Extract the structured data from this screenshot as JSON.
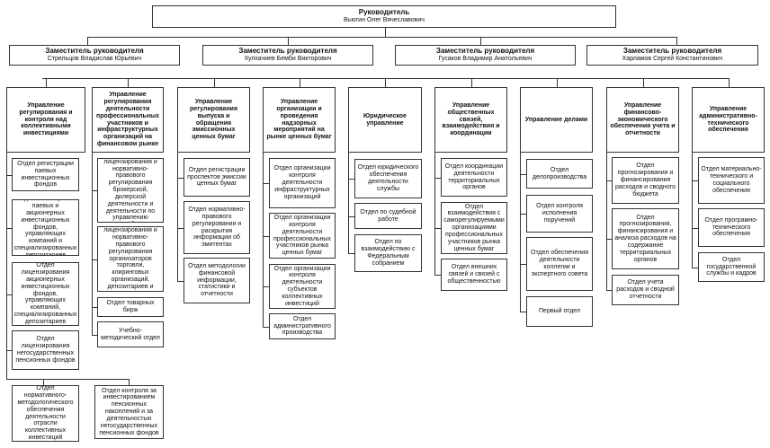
{
  "head": {
    "title": "Руководитель",
    "name": "Вьюгин Олег Вячеславович"
  },
  "deputies": [
    {
      "title": "Заместитель руководителя",
      "name": "Стрельцов Владислав Юрьевич"
    },
    {
      "title": "Заместитель руководителя",
      "name": "Хулхачиев Бемби Викторович"
    },
    {
      "title": "Заместитель руководителя",
      "name": "Гусаков Владимир Анатольевич"
    },
    {
      "title": "Заместитель руководителя",
      "name": "Харламов Сергей Константинович"
    }
  ],
  "departments": [
    {
      "title": "Управление регулирования и контроля над коллективными инвестициями",
      "units": [
        "Отдел регистрации паевых инвестиционных фондов",
        "Отдел мониторинга паевых и акционерных инвестиционных фондов, управляющих компаний и специализированных депозитариев",
        "Отдел лицензирования акционерных инвестиционных фондов, управляющих компаний, специализированных депозитариев",
        "Отдел лицензирования негосударственных пенсионных фондов"
      ],
      "bottom_units": [
        "Отдел нормативного-методологического обеспечения деятельности отрасли коллективных инвестиций",
        "Отдел контроля за инвестированием пенсионных накоплений и за деятельностью негосударственных пенсионных фондов"
      ]
    },
    {
      "title": "Управление регулирования деятельности профессиональных участников и инфраструктурных организаций на финансовом рынке",
      "units": [
        "Отдел лицензирования и норвативно-правового регулирования брокерской, дилерской деятельности и деятельности по управлению ценными бумагами",
        "Отдел лицензирования и норвативно-правового регулирования организаторов торговли, клиринговых организаций, депозитариев и регистраторов",
        "Отдел товарных бирж",
        "Учебно-методический отдел"
      ]
    },
    {
      "title": "Управление регулирования выпуска и обращения эмиссионных ценных бумаг",
      "units": [
        "Отдел регистрации проспектов эмиссии ценных бумаг",
        "Отдел нормативно-правового регулирования и раскрытия информации об эмитентах",
        "Отдел методологии финансовой информации, статистики и отчетности"
      ]
    },
    {
      "title": "Управление организации и проведения надзорных мероприятий на рынке ценных бумаг",
      "units": [
        "Отдел организации контроля деятельности инфраструктурных организаций",
        "Отдел организации контроля деятельности профессиональных участников рынка ценных бумаг",
        "Отдел организации контроля деятельности субъектов коллективных инвестиций",
        "Отдел административного производства"
      ]
    },
    {
      "title": "Юридическое управление",
      "units": [
        "Отдел юридического обеспечения деятельности службы",
        "Отдел по судебной работе",
        "Отдел по взаимодействию с Федеральным собранием"
      ]
    },
    {
      "title": "Управление общественных связей, взаимодействия и координации",
      "units": [
        "Отдел координации деятельности территориальных органов",
        "Отдел взаимодействия с саморегулируемыми организациями профессиональных участников рынка ценных бумаг",
        "Отдел внешних связей и связей с общественностью"
      ]
    },
    {
      "title": "Управление делами",
      "units": [
        "Отдел делопроизводства",
        "Отдел контроля исполнения поручений",
        "Отдел обеспечения деятельности коллегии и экспертного совета",
        "Первый отдел"
      ]
    },
    {
      "title": "Управление финансово-экономического обеспечения учета и отчетности",
      "units": [
        "Отдел прогнозирования и финансирования расходов и сводного бюджета",
        "Отдел прогнозирования, финансирования и анализа расходов на содержание территориальных органов",
        "Отдел учета расходов и сводной отчетности"
      ]
    },
    {
      "title": "Управление административно-технического обеспечения",
      "units": [
        "Отдел материально-технического и социального обеспечения",
        "Отдел програмно-технического обеспечения",
        "Отдел государственной службы и кадров"
      ]
    }
  ]
}
